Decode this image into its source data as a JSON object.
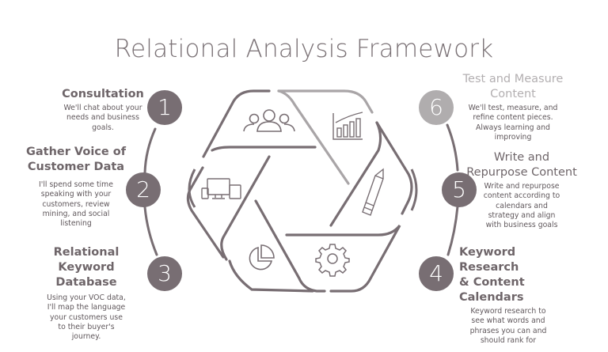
{
  "title": "Relational Analysis Framework",
  "colors": {
    "primary": "#786e73",
    "light": "#b0adae",
    "text": "#6e6569",
    "background": "#ffffff"
  },
  "steps": [
    {
      "number": "1",
      "heading": "Consultation",
      "description": "We'll chat about your needs and business goals.",
      "desc_lines": [
        "We'll chat about your",
        "needs and business",
        "goals."
      ],
      "heading_lines": [
        "Consultation"
      ]
    },
    {
      "number": "2",
      "heading": "Gather Voice of Customer Data",
      "heading_lines": [
        "Gather Voice of",
        "Customer Data"
      ],
      "desc_lines": [
        "I'll spend some time",
        "speaking with your",
        "customers, review",
        "mining, and social",
        "listening"
      ]
    },
    {
      "number": "3",
      "heading": "Relational Keyword Database",
      "heading_lines": [
        "Relational Keyword",
        "Database"
      ],
      "desc_lines": [
        "Using your VOC data,",
        "I'll map the language",
        "your customers use",
        "to their buyer's",
        "journey."
      ]
    },
    {
      "number": "4",
      "heading": "Keyword Research & Content Calendars",
      "heading_lines": [
        "Keyword Research",
        "& Content Calendars"
      ],
      "desc_lines": [
        "Keyword research to",
        "see what words and",
        "phrases you can and",
        "should rank for"
      ]
    },
    {
      "number": "5",
      "heading": "Write and Repurpose Content",
      "heading_lines": [
        "Write and",
        "Repurpose Content"
      ],
      "desc_lines": [
        "Write and repurpose",
        "content according to",
        "calendars and",
        "strategy and align",
        "with business goals"
      ]
    },
    {
      "number": "6",
      "heading": "Test and Measure Content",
      "heading_lines": [
        "Test and Measure",
        "Content"
      ],
      "desc_lines": [
        "We'll test, measure, and",
        "refine content pieces.",
        "Always learning and",
        "improving"
      ]
    }
  ],
  "center_icons": [
    "users-icon",
    "bar-chart-icon",
    "pencil-icon",
    "gear-icon",
    "pie-chart-icon",
    "devices-icon"
  ]
}
